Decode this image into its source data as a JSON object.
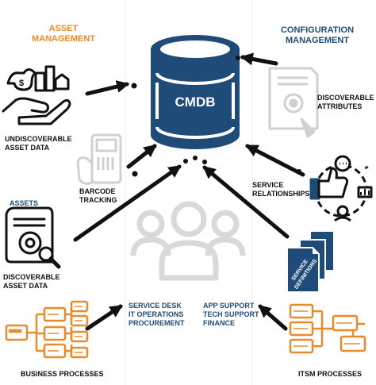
{
  "colors": {
    "navy": "#1E4B78",
    "orange": "#E98B2A",
    "black": "#111111",
    "grey": "#D9D9D9",
    "divider": "#EDEDED"
  },
  "labels": {
    "asset_management": [
      "ASSET",
      "MANAGEMENT"
    ],
    "configuration_management": [
      "CONFIGURATION",
      "MANAGEMENT"
    ],
    "cmdb": "CMDB",
    "undiscoverable_asset_data": [
      "UNDISCOVERABLE",
      "ASSET DATA"
    ],
    "discoverable_attributes": [
      "DISCOVERABLE",
      "ATTRIBUTES"
    ],
    "barcode_tracking": [
      "BARCODE",
      "TRACKING"
    ],
    "service_relationships": [
      "SERVICE",
      "RELATIONSHIPS"
    ],
    "assets": "ASSETS",
    "discoverable_asset_data": [
      "DISCOVERABLE",
      "ASSET DATA"
    ],
    "service_definitions_doc": [
      "SERVICE",
      "DEFINITIONS"
    ],
    "service_desk_group": [
      "SERVICE DESK",
      "IT OPERATIONS",
      "PROCUREMENT"
    ],
    "app_support_group": [
      "APP SUPPORT",
      "TECH SUPPORT",
      "FINANCE"
    ],
    "business_processes": "BUSINESS PROCESSES",
    "itsm_processes": "ITSM PROCESSES"
  },
  "icons": [
    "money-bags-hand-icon",
    "clipboard-gear-icon",
    "barcode-scanner-icon",
    "thumbs-up-network-icon",
    "document-gear-magnifier-icon",
    "people-group-icon",
    "service-documents-icon",
    "business-flowchart-icon",
    "itsm-flowchart-icon",
    "database-cylinder-icon"
  ]
}
